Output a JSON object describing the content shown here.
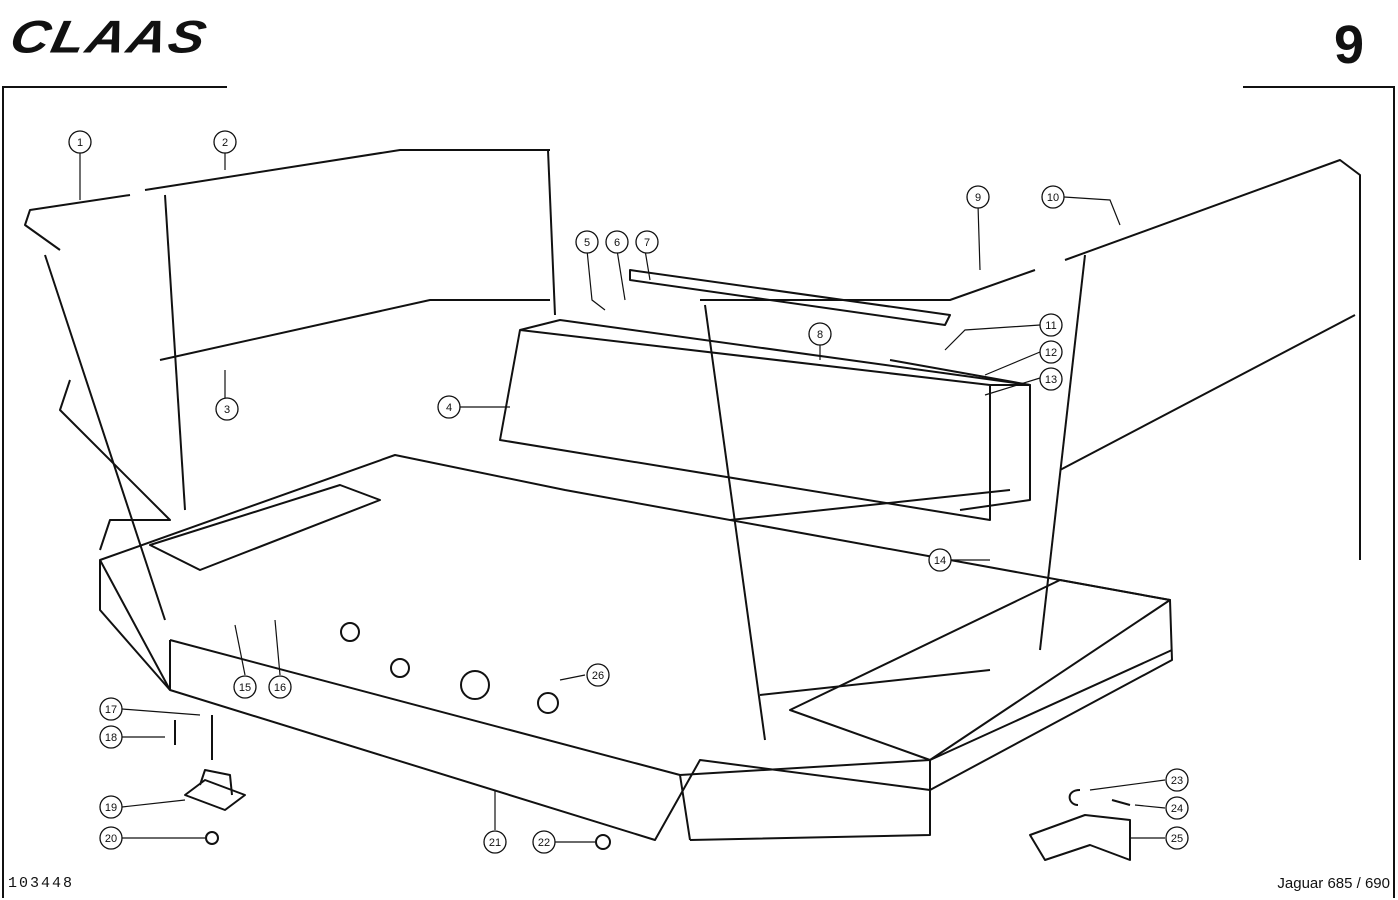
{
  "header": {
    "brand": "CLAAS",
    "page_number": "9"
  },
  "footer": {
    "drawing_number": "103448",
    "model": "Jaguar 685 / 690"
  },
  "callouts": [
    "1",
    "2",
    "3",
    "4",
    "5",
    "6",
    "7",
    "8",
    "9",
    "10",
    "11",
    "12",
    "13",
    "14",
    "15",
    "16",
    "17",
    "18",
    "19",
    "20",
    "21",
    "22",
    "23",
    "24",
    "25",
    "26"
  ]
}
